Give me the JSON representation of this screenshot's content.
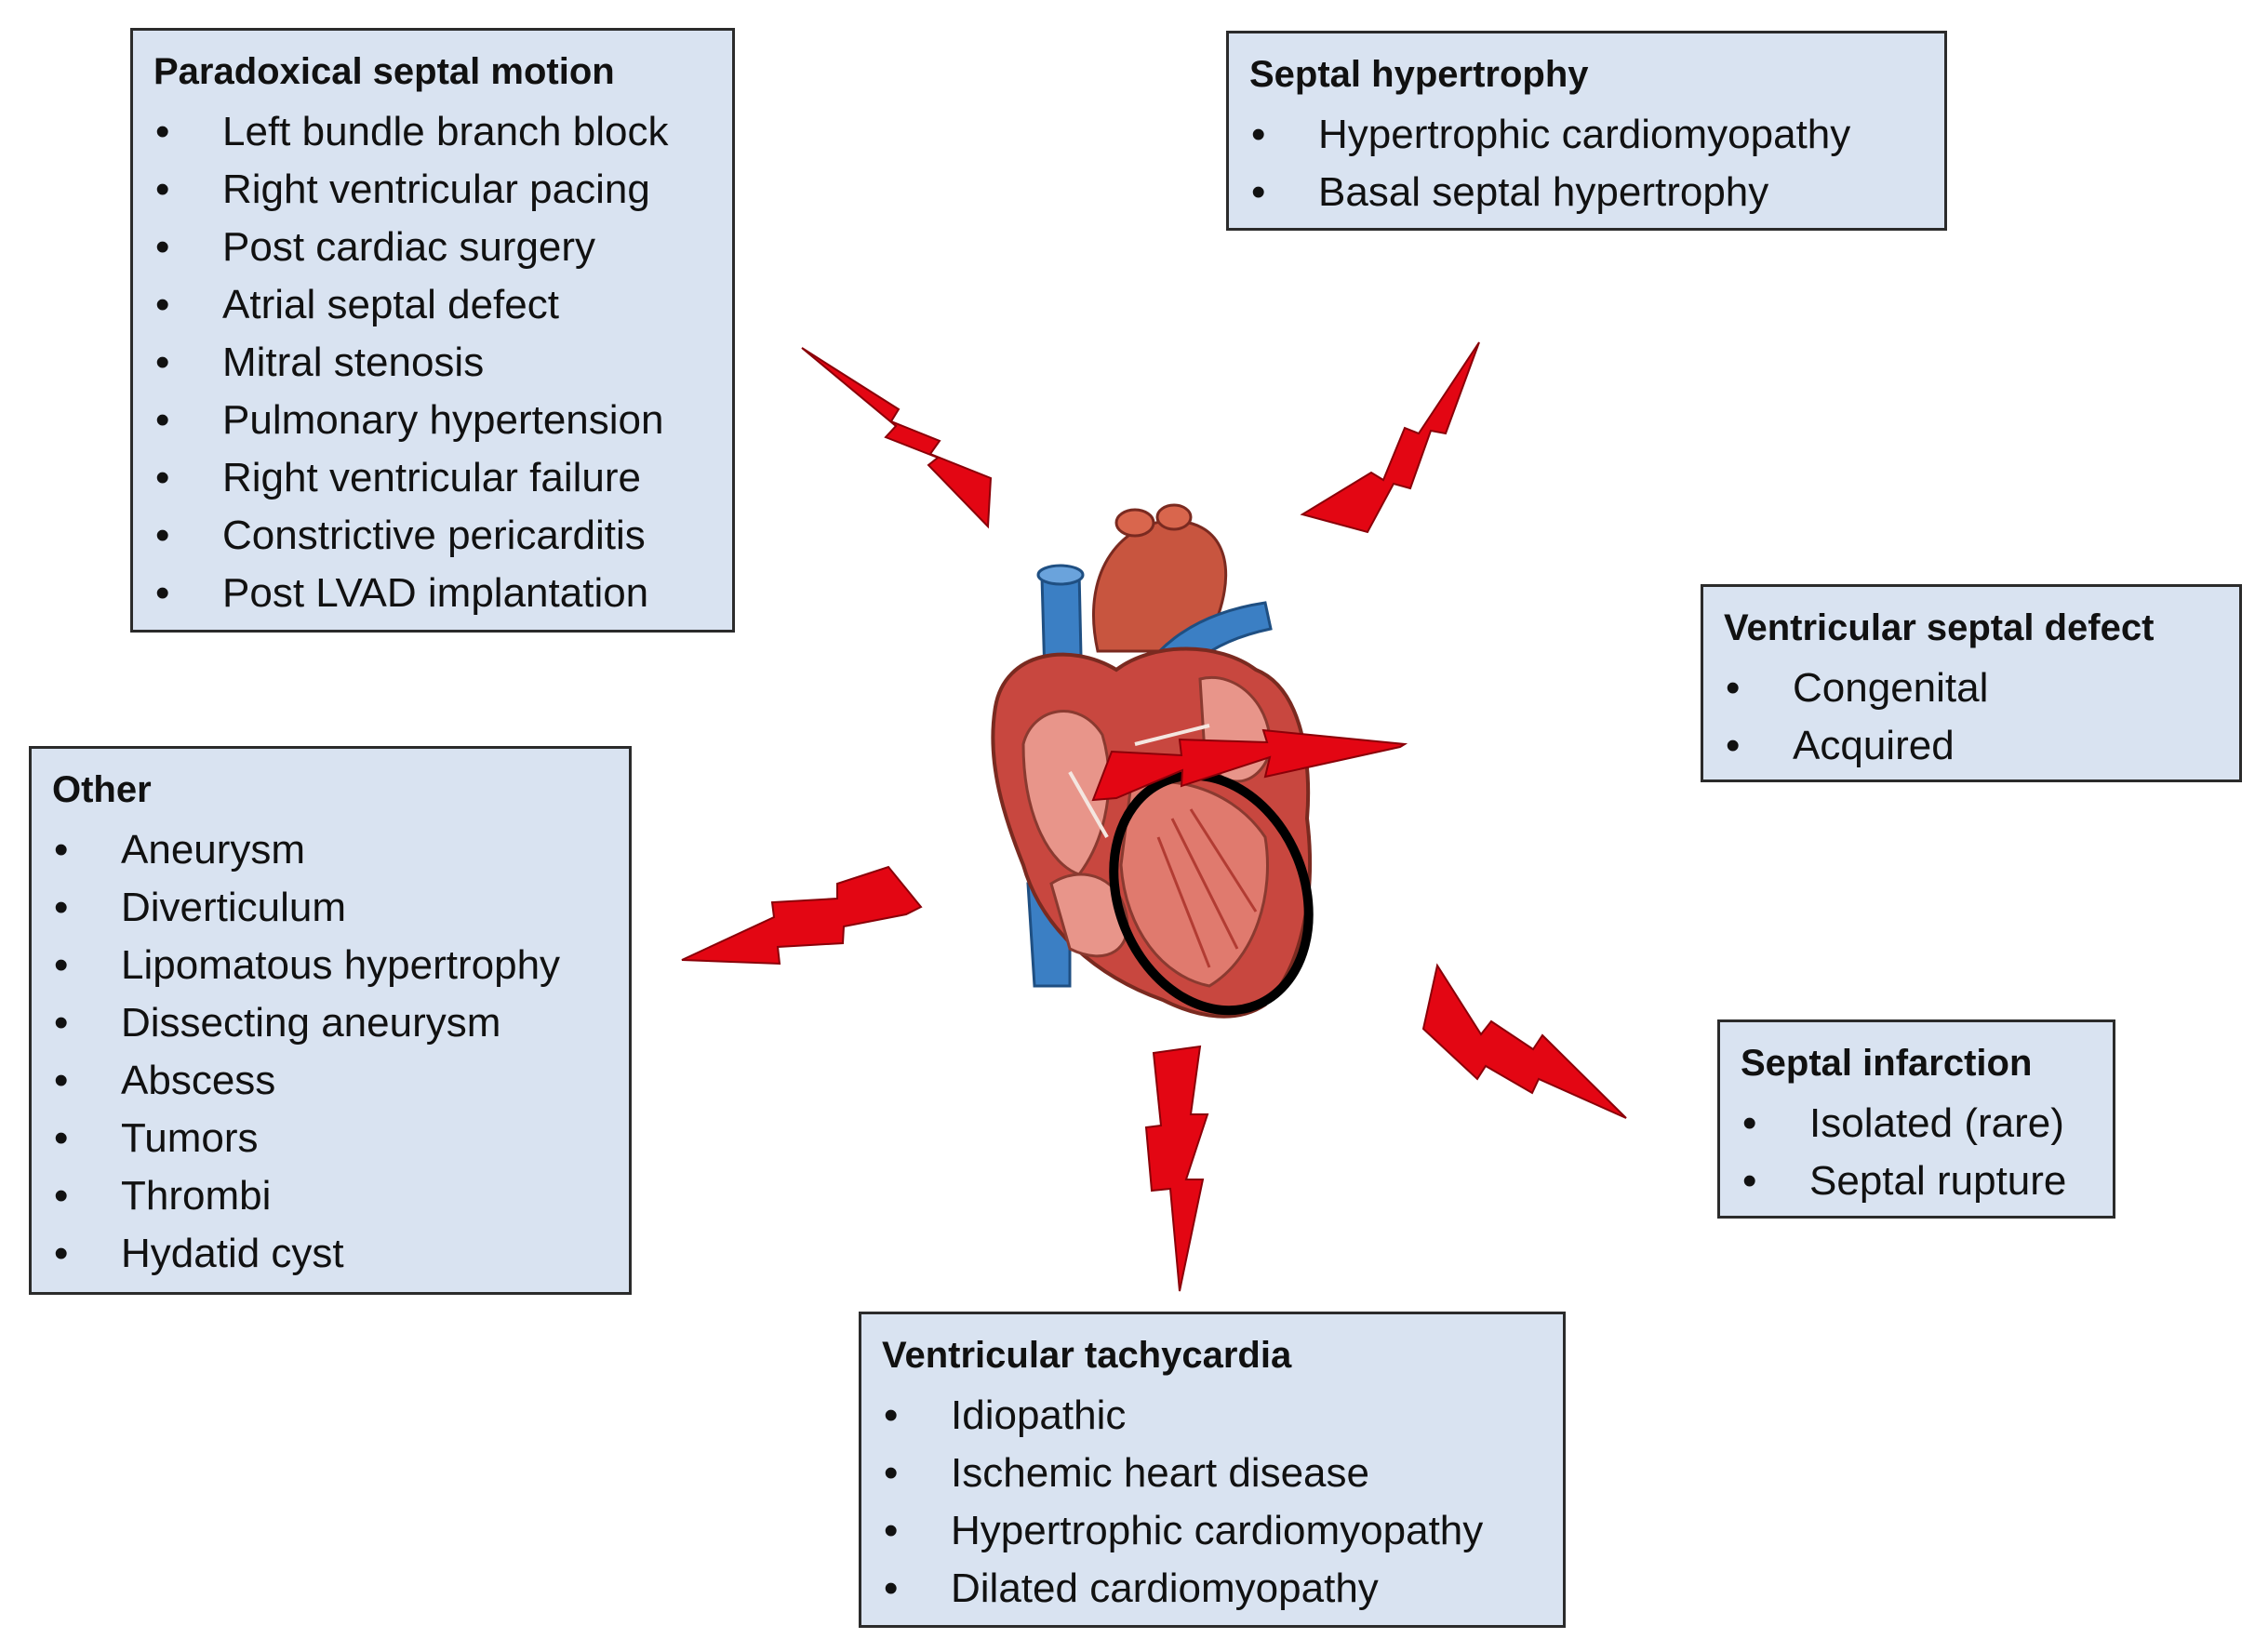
{
  "boxes": {
    "paradoxical": {
      "title": "Paradoxical septal motion",
      "items": [
        "Left bundle branch block",
        "Right ventricular  pacing",
        "Post cardiac surgery",
        "Atrial septal defect",
        "Mitral stenosis",
        "Pulmonary hypertension",
        "Right ventricular  failure",
        "Constrictive pericarditis",
        "Post LVAD implantation"
      ]
    },
    "hypertrophy": {
      "title": "Septal hypertrophy",
      "items": [
        "Hypertrophic cardiomyopathy",
        "Basal septal hypertrophy"
      ]
    },
    "vsd": {
      "title": "Ventricular  septal  defect",
      "items": [
        "Congenital",
        "Acquired"
      ]
    },
    "other": {
      "title": "Other",
      "items": [
        "Aneurysm",
        "Diverticulum",
        "Lipomatous hypertrophy",
        "Dissecting aneurysm",
        "Abscess",
        "Tumors",
        "Thrombi",
        "Hydatid cyst"
      ]
    },
    "infarction": {
      "title": "Septal infarction",
      "items": [
        "Isolated (rare)",
        "Septal rupture"
      ]
    },
    "vt": {
      "title": "Ventricular  tachycardia",
      "items": [
        "Idiopathic",
        "Ischemic heart disease",
        "Hypertrophic cardiomyopathy",
        "Dilated cardiomyopathy"
      ]
    }
  },
  "colors": {
    "box_fill": "#d9e3f1",
    "bolt": "#e30613",
    "heart_red": "#c8473f",
    "vessel_blue": "#3b7fc4"
  },
  "icons": {
    "center": "heart-illustration-icon",
    "connector": "lightning-bolt-icon",
    "highlight": "septum-circle-icon"
  }
}
